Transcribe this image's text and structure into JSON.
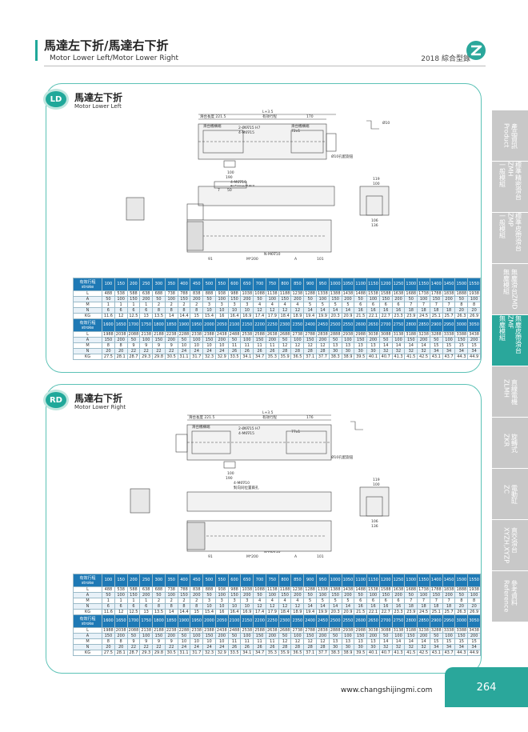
{
  "header": {
    "title": "馬達左下折/馬達右下折",
    "subtitle": "Motor Lower Left/Motor Lower Right",
    "catalog": "2018 綜合型錄"
  },
  "sections": [
    {
      "badge": "LD",
      "title": "馬達左下折",
      "subtitle": "Motor Lower Left",
      "dims": [
        "L+3.5",
        "有效行程",
        "170",
        "滑台長度 221.5",
        "滑台機構端",
        "2-Ø6∇15 H7",
        "4-M6∇15",
        "滑台機構端",
        "72x1",
        "Ø10孔配旋鈕",
        "100",
        "190",
        "4-M6∇10",
        "對向同位置兩孔",
        "N-M6∇10",
        "M*200",
        "A",
        "101",
        "91",
        "50",
        "7",
        "119",
        "100",
        "106",
        "136",
        "Ø10"
      ]
    },
    {
      "badge": "RD",
      "title": "馬達右下折",
      "subtitle": "Motor Lower Right",
      "dims": [
        "L+3.5",
        "有效行程",
        "176",
        "滑台長度 221.5",
        "滑台機構端",
        "2-Ø6∇15 H7",
        "4-M6∇15",
        "77x1",
        "Ø10孔配旋鈕",
        "100",
        "190",
        "4-M6∇10",
        "對向同位置兩孔",
        "N-M6∇10",
        "M*200",
        "A",
        "101",
        "91",
        "119",
        "100",
        "106",
        "136"
      ]
    }
  ],
  "spec_table": {
    "label_cn": "有效行程",
    "label_en": "stroke",
    "row_labels": [
      "L",
      "A",
      "M",
      "N",
      "KG"
    ],
    "block1": {
      "strokes": [
        "100",
        "150",
        "200",
        "250",
        "300",
        "350",
        "400",
        "450",
        "500",
        "550",
        "600",
        "650",
        "700",
        "750",
        "800",
        "850",
        "900",
        "950",
        "1000",
        "1050",
        "1100",
        "1150",
        "1200",
        "1250",
        "1300",
        "1350",
        "1400",
        "1450",
        "1500",
        "1550"
      ],
      "L": [
        "488",
        "538",
        "588",
        "638",
        "688",
        "738",
        "788",
        "838",
        "888",
        "938",
        "988",
        "1038",
        "1088",
        "1138",
        "1188",
        "1238",
        "1288",
        "1338",
        "1388",
        "1438",
        "1488",
        "1538",
        "1588",
        "1638",
        "1688",
        "1738",
        "1788",
        "1838",
        "1888",
        "1938"
      ],
      "A": [
        "50",
        "100",
        "150",
        "200",
        "50",
        "100",
        "150",
        "200",
        "50",
        "100",
        "150",
        "200",
        "50",
        "100",
        "150",
        "200",
        "50",
        "100",
        "150",
        "200",
        "50",
        "100",
        "150",
        "200",
        "50",
        "100",
        "150",
        "200",
        "50",
        "100"
      ],
      "M": [
        "1",
        "1",
        "1",
        "1",
        "2",
        "2",
        "2",
        "2",
        "3",
        "3",
        "3",
        "3",
        "4",
        "4",
        "4",
        "4",
        "5",
        "5",
        "5",
        "5",
        "6",
        "6",
        "6",
        "6",
        "7",
        "7",
        "7",
        "7",
        "8",
        "8"
      ],
      "N": [
        "6",
        "6",
        "6",
        "6",
        "8",
        "8",
        "8",
        "8",
        "10",
        "10",
        "10",
        "10",
        "12",
        "12",
        "12",
        "12",
        "14",
        "14",
        "14",
        "14",
        "16",
        "16",
        "16",
        "16",
        "18",
        "18",
        "18",
        "18",
        "20",
        "20"
      ],
      "KG": [
        "11.6",
        "12",
        "12.5",
        "13",
        "13.5",
        "14",
        "14.4",
        "15",
        "15.4",
        "16",
        "16.4",
        "16.9",
        "17.4",
        "17.9",
        "18.4",
        "18.9",
        "19.4",
        "19.9",
        "20.3",
        "20.9",
        "21.5",
        "22.1",
        "22.7",
        "23.3",
        "23.9",
        "24.5",
        "25.1",
        "25.7",
        "26.3",
        "26.9"
      ]
    },
    "block2": {
      "strokes": [
        "1600",
        "1650",
        "1700",
        "1750",
        "1800",
        "1850",
        "1900",
        "1950",
        "2000",
        "2050",
        "2100",
        "2150",
        "2200",
        "2250",
        "2300",
        "2350",
        "2400",
        "2450",
        "2500",
        "2550",
        "2600",
        "2650",
        "2700",
        "2750",
        "2800",
        "2850",
        "2900",
        "2950",
        "3000",
        "3050"
      ],
      "L": [
        "1988",
        "2038",
        "2088",
        "2138",
        "2188",
        "2238",
        "2288",
        "2338",
        "2388",
        "2438",
        "2488",
        "2538",
        "2588",
        "2638",
        "2688",
        "2738",
        "2788",
        "2838",
        "2888",
        "2938",
        "2988",
        "3038",
        "3088",
        "3138",
        "3188",
        "3238",
        "3288",
        "3338",
        "3388",
        "3438"
      ],
      "A": [
        "150",
        "200",
        "50",
        "100",
        "150",
        "200",
        "50",
        "100",
        "150",
        "200",
        "50",
        "100",
        "150",
        "200",
        "50",
        "100",
        "150",
        "200",
        "50",
        "100",
        "150",
        "200",
        "50",
        "100",
        "150",
        "200",
        "50",
        "100",
        "150",
        "200"
      ],
      "M": [
        "8",
        "8",
        "9",
        "9",
        "9",
        "9",
        "10",
        "10",
        "10",
        "10",
        "11",
        "11",
        "11",
        "11",
        "12",
        "12",
        "12",
        "12",
        "13",
        "13",
        "13",
        "13",
        "14",
        "14",
        "14",
        "14",
        "15",
        "15",
        "15",
        "15"
      ],
      "N": [
        "20",
        "20",
        "22",
        "22",
        "22",
        "22",
        "24",
        "24",
        "24",
        "24",
        "26",
        "26",
        "26",
        "26",
        "28",
        "28",
        "28",
        "28",
        "30",
        "30",
        "30",
        "30",
        "32",
        "32",
        "32",
        "32",
        "34",
        "34",
        "34",
        "34"
      ],
      "KG": [
        "27.5",
        "28.1",
        "28.7",
        "29.3",
        "29.8",
        "30.5",
        "31.1",
        "31.7",
        "32.3",
        "32.9",
        "33.5",
        "34.1",
        "34.7",
        "35.3",
        "35.9",
        "36.5",
        "37.1",
        "37.7",
        "38.3",
        "38.9",
        "39.5",
        "40.1",
        "40.7",
        "41.3",
        "41.5",
        "42.5",
        "43.1",
        "43.7",
        "44.3",
        "44.9"
      ]
    }
  },
  "side_tabs": [
    {
      "label": "產品資訊\nProduct",
      "active": false
    },
    {
      "label": "標準精密滑台ZMH\n一般模組",
      "active": false
    },
    {
      "label": "標準皮帶滑台ZMP\n一般模組",
      "active": false
    },
    {
      "label": "無塵滑台ZMD\n無塵模組",
      "active": false
    },
    {
      "label": "無塵皮帶滑台ZMF\n無塵模組",
      "active": true
    },
    {
      "label": "直線電機\nZLMH",
      "active": false
    },
    {
      "label": "旋轉式\nZKR",
      "active": false
    },
    {
      "label": "電動缸\nZC",
      "active": false
    },
    {
      "label": "直交滑台\nXYZH,XYZP",
      "active": false
    },
    {
      "label": "參考資料\nReference",
      "active": false
    }
  ],
  "footer": {
    "url": "www.changshijingmi.com",
    "page": "264"
  },
  "colors": {
    "accent": "#2aa79b",
    "table_header": "#1e79b5"
  }
}
